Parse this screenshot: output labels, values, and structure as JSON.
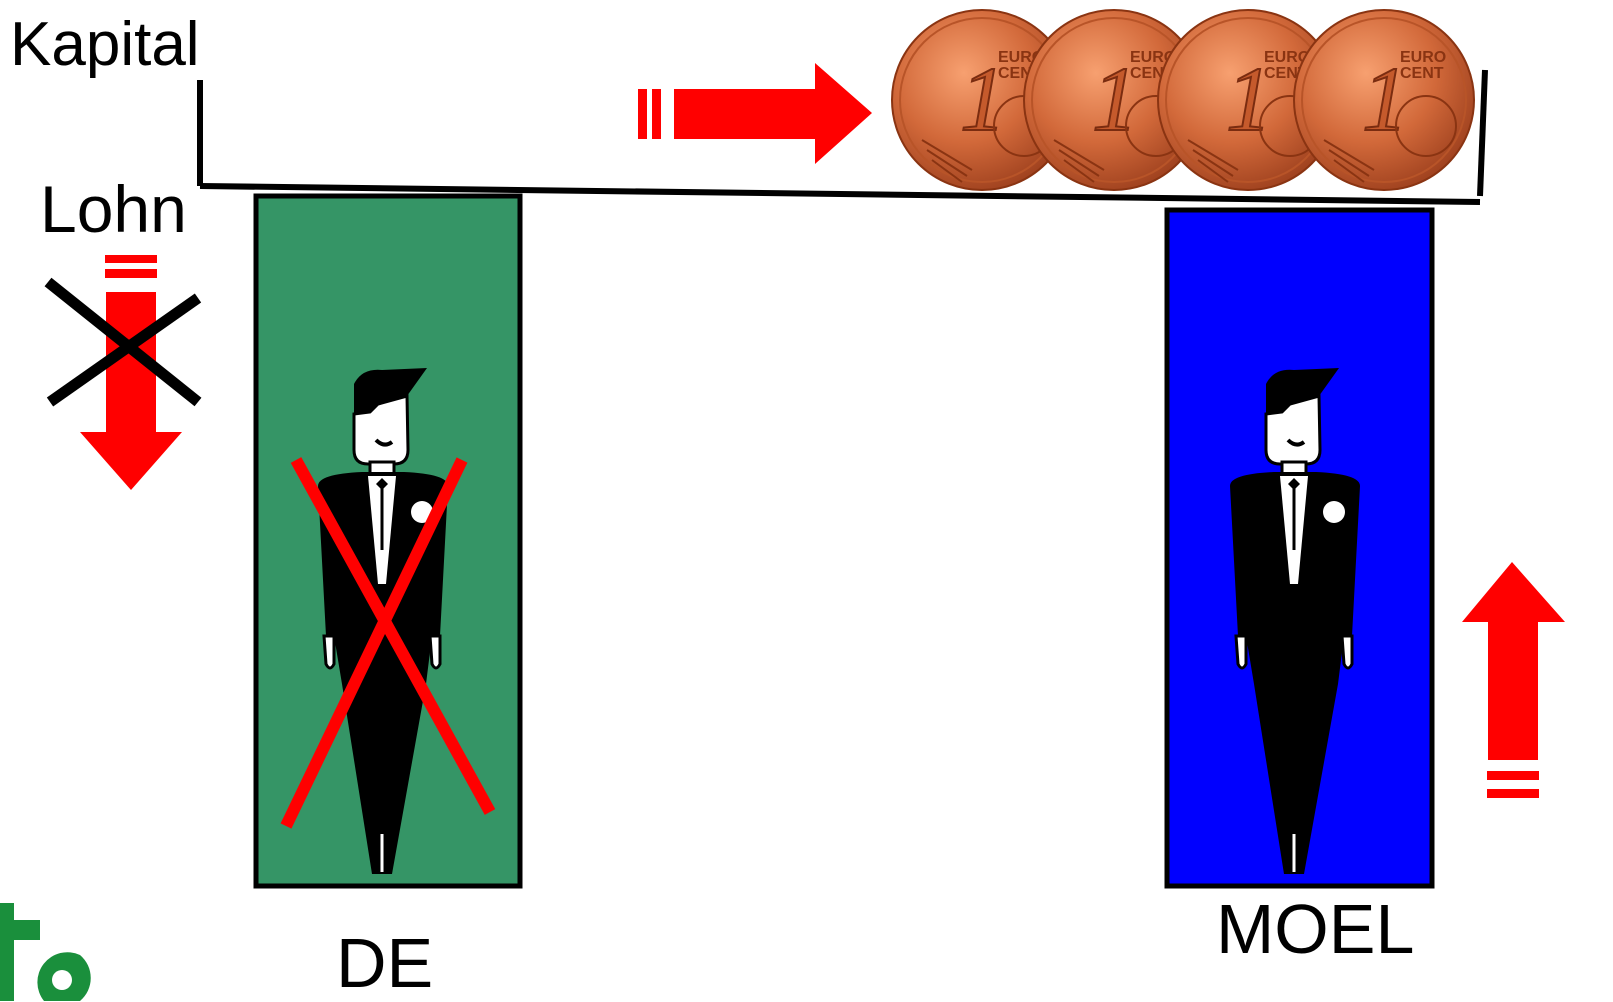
{
  "labels": {
    "kapital": "Kapital",
    "lohn": "Lohn",
    "left_country": "DE",
    "right_country": "MOEL"
  },
  "colors": {
    "arrow_red": "#ff0000",
    "de_box_green": "#359566",
    "moel_box_blue": "#0000ff",
    "cross_black": "#000000",
    "cross_red": "#ff0000",
    "coin_copper": "#d2693a",
    "logo_green": "#1a8f3c"
  },
  "coins": {
    "count": 4,
    "icon": "one-euro-cent-coin-icon"
  },
  "icons": {
    "worker": "businessman-icon",
    "capital_flow": "arrow-right-icon",
    "wage_down": "arrow-down-icon",
    "wage_up": "arrow-up-icon",
    "crossed_out": "x-cross-icon",
    "logo": "ifo-logo-fragment-icon"
  }
}
